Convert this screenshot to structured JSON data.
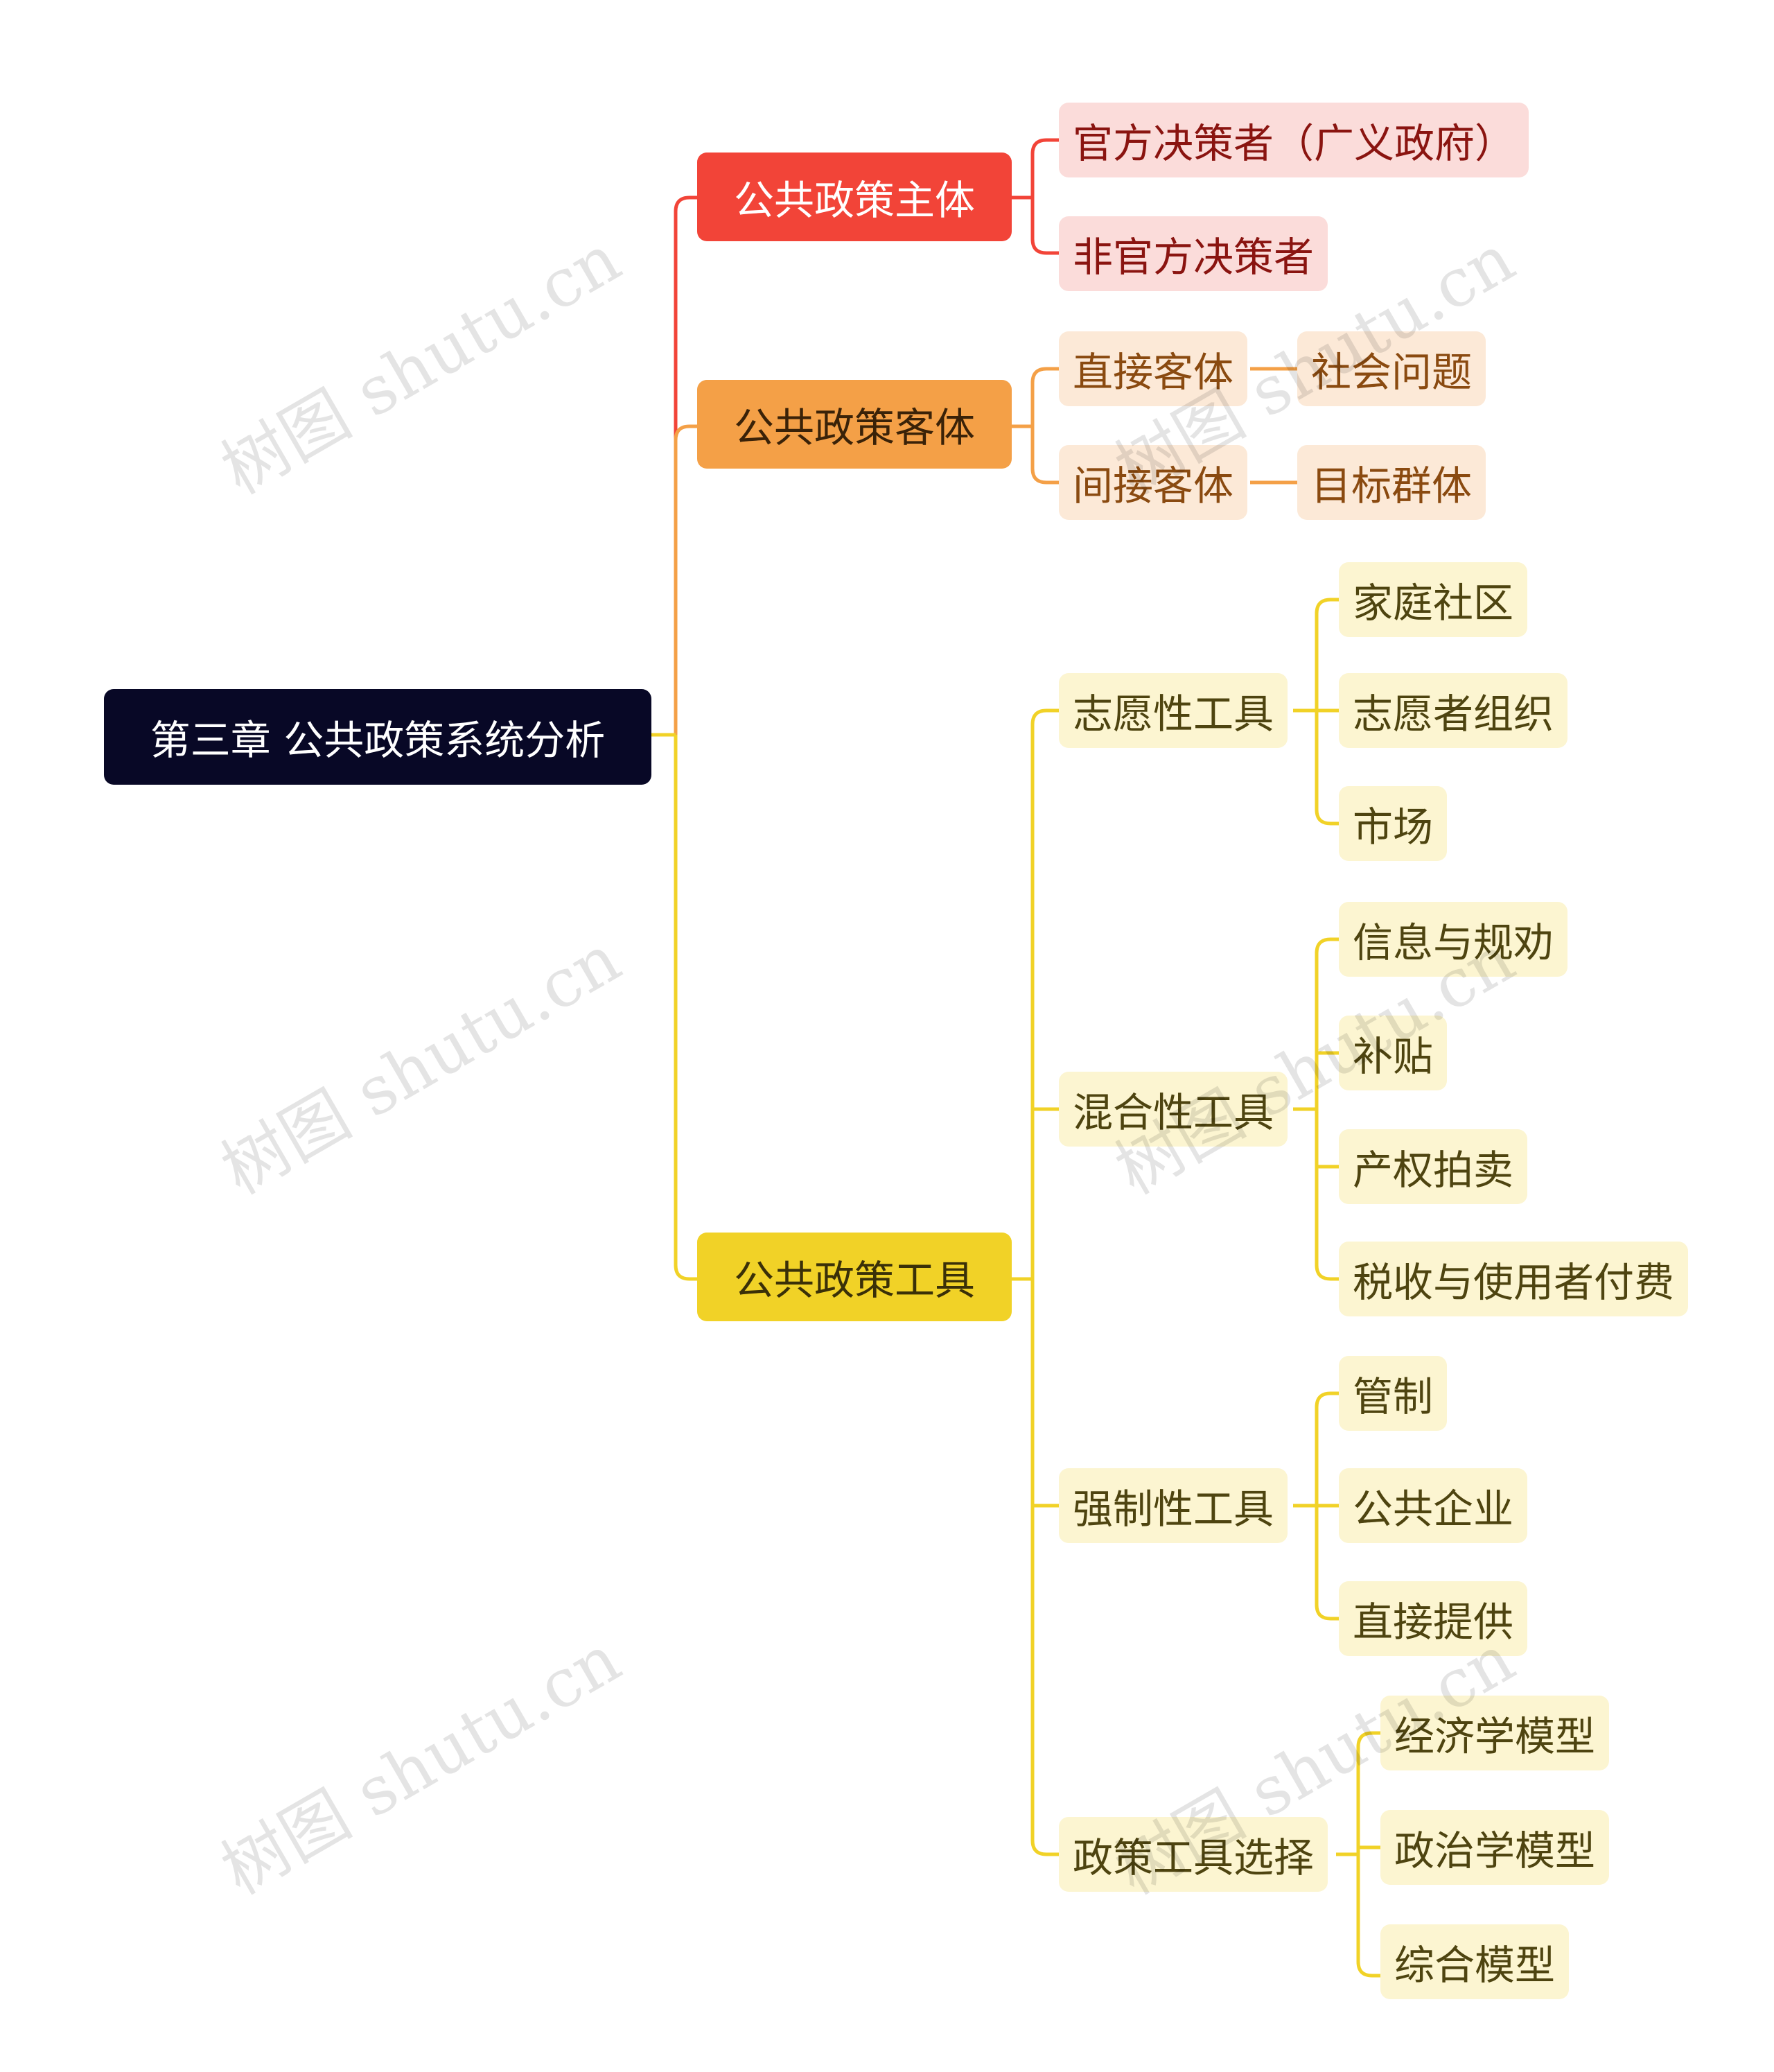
{
  "colors": {
    "root": "#080826",
    "red": "#f24438",
    "red_light": "#fbdcda",
    "orange": "#f4a047",
    "orange_light": "#fce9d7",
    "yellow": "#f1d227",
    "yellow_light": "#fcf5d1"
  },
  "root": {
    "label": "第三章 公共政策系统分析"
  },
  "branches": [
    {
      "label": "公共政策主体",
      "color": "red",
      "children": [
        {
          "label": "官方决策者（广义政府）"
        },
        {
          "label": "非官方决策者"
        }
      ]
    },
    {
      "label": "公共政策客体",
      "color": "orange",
      "children": [
        {
          "label": "直接客体",
          "children": [
            {
              "label": "社会问题"
            }
          ]
        },
        {
          "label": "间接客体",
          "children": [
            {
              "label": "目标群体"
            }
          ]
        }
      ]
    },
    {
      "label": "公共政策工具",
      "color": "yellow",
      "children": [
        {
          "label": "志愿性工具",
          "children": [
            {
              "label": "家庭社区"
            },
            {
              "label": "志愿者组织"
            },
            {
              "label": "市场"
            }
          ]
        },
        {
          "label": "混合性工具",
          "children": [
            {
              "label": "信息与规劝"
            },
            {
              "label": "补贴"
            },
            {
              "label": "产权拍卖"
            },
            {
              "label": "税收与使用者付费"
            }
          ]
        },
        {
          "label": "强制性工具",
          "children": [
            {
              "label": "管制"
            },
            {
              "label": "公共企业"
            },
            {
              "label": "直接提供"
            }
          ]
        },
        {
          "label": "政策工具选择",
          "children": [
            {
              "label": "经济学模型"
            },
            {
              "label": "政治学模型"
            },
            {
              "label": "综合模型"
            }
          ]
        }
      ]
    }
  ],
  "watermark": "树图 shutu.cn"
}
